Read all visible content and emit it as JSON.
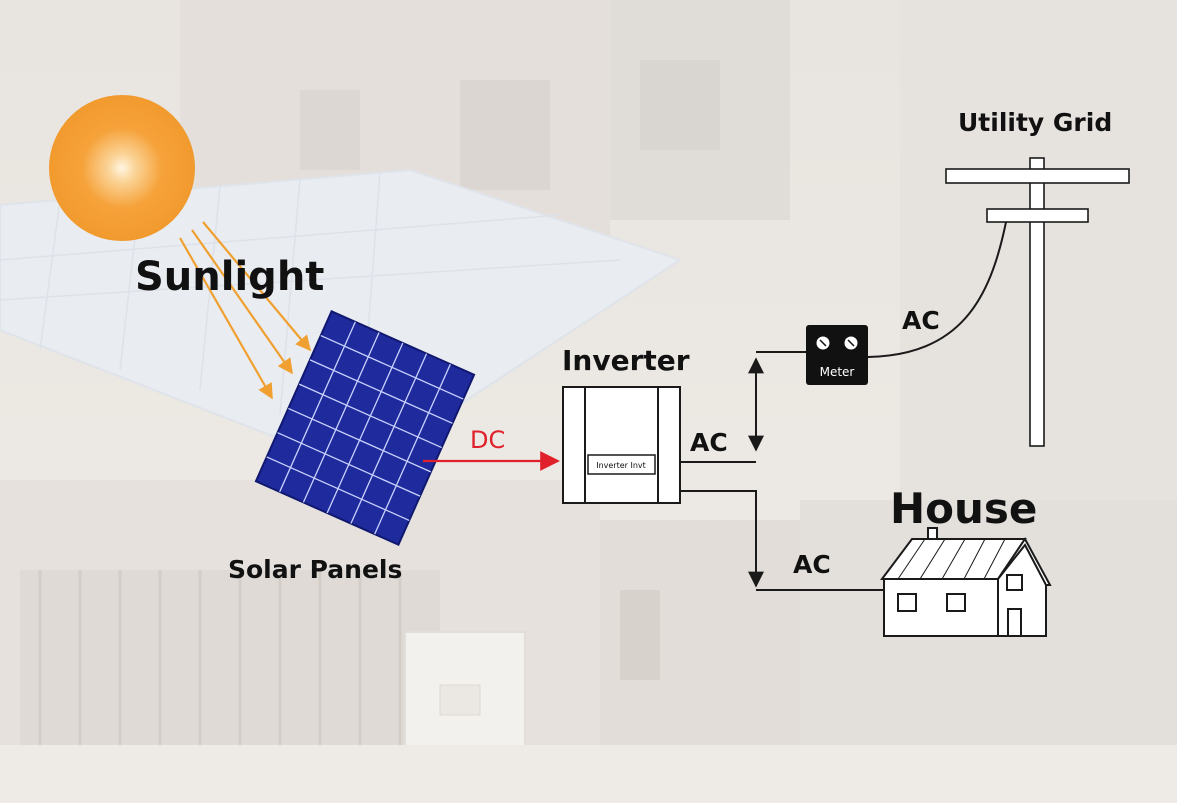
{
  "labels": {
    "sunlight": "Sunlight",
    "solar_panels": "Solar Panels",
    "dc": "DC",
    "inverter": "Inverter",
    "inverter_plate": "Inverter Invt",
    "ac_to_meter": "AC",
    "ac_to_house": "AC",
    "ac_to_grid": "AC",
    "meter": "Meter",
    "utility_grid": "Utility Grid",
    "house": "House"
  },
  "colors": {
    "sun": "#f6a23a",
    "sun_core": "#fff1d2",
    "sun_ray": "#f0a030",
    "panel": "#1f2a9c",
    "dc_line": "#e0202a",
    "wire": "#1a1a1a",
    "meter_box": "#111111",
    "backdrop": "#ece8e3"
  },
  "icons": {
    "sun": "sun-icon",
    "panel": "solar-panel-icon",
    "inverter": "inverter-icon",
    "meter": "meter-icon",
    "pole": "utility-pole-icon",
    "house": "house-icon"
  }
}
